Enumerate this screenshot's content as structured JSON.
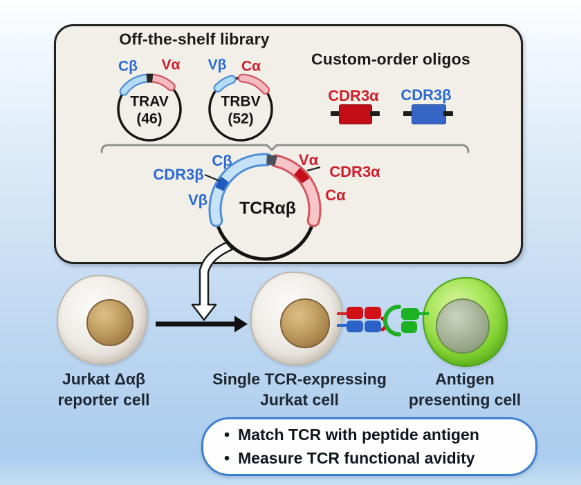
{
  "panel": {
    "library_title": "Off-the-shelf library",
    "oligos_title": "Custom-order oligos",
    "trav": {
      "name": "TRAV",
      "count": "(46)",
      "label_left": "Cβ",
      "label_right": "Vα"
    },
    "trbv": {
      "name": "TRBV",
      "count": "(52)",
      "label_left": "Vβ",
      "label_right": "Cα"
    },
    "oligo_alpha_label": "CDR3α",
    "oligo_beta_label": "CDR3β"
  },
  "plasmid": {
    "name": "TCRαβ",
    "label_cb": "Cβ",
    "label_cdr3b": "CDR3β",
    "label_vb": "Vβ",
    "label_va": "Vα",
    "label_cdr3a": "CDR3α",
    "label_ca": "Cα"
  },
  "cells": {
    "reporter": {
      "line1": "Jurkat Δαβ",
      "line2": "reporter cell"
    },
    "single_tcr": {
      "line1": "Single TCR-expressing",
      "line2": "Jurkat cell"
    },
    "apc": {
      "line1": "Antigen",
      "line2": "presenting cell"
    }
  },
  "callout": {
    "bullet_char": "•",
    "items": [
      "Match TCR with peptide antigen",
      "Measure TCR functional avidity"
    ]
  },
  "colors": {
    "label_red": "#ce1f2b",
    "label_blue": "#2a6bd3",
    "light_blue_arc": "#c5e2f8",
    "pink_arc": "#f7c4c8",
    "dark_blue_segment": "#1d5cbe",
    "dark_red_segment": "#c20d1b",
    "gray_segment": "#49515c",
    "oligo_red_block": "#c30e18",
    "oligo_blue_block": "#3565c5",
    "mhc_green": "#1db224",
    "green_cell": "#7ed02e",
    "nucleus_brown": "#a07c46",
    "panel_bg": "#f2efe9",
    "background_blue": "#abcdee",
    "callout_border": "#3d7fd0"
  }
}
